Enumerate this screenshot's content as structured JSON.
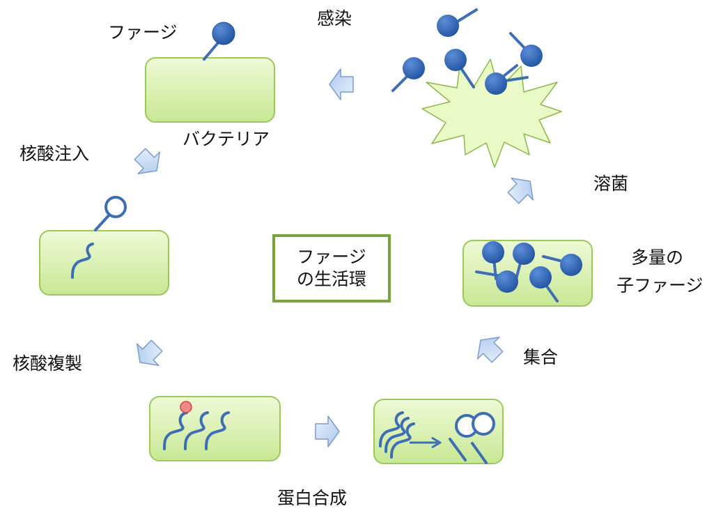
{
  "labels": {
    "phage": "ファージ",
    "bacteria": "バクテリア",
    "infection": "感染",
    "nucleic_acid_injection": "核酸注入",
    "nucleic_acid_replication": "核酸複製",
    "protein_synthesis": "蛋白合成",
    "assembly": "集合",
    "lysis": "溶菌",
    "many_progeny_1": "多量の",
    "many_progeny_2": "子ファージ"
  },
  "center": {
    "line1": "ファージ",
    "line2": "の生活環"
  },
  "colors": {
    "cell_fill": "#d6f0a8",
    "cell_stroke": "#9cc85a",
    "phage_head": "#2f64b5",
    "phage_tail": "#3d6db3",
    "arrow_fill": "#c9dcf4",
    "arrow_stroke": "#7b9ccc",
    "box_border": "#77a33a",
    "marker_red": "#f08a8a"
  }
}
